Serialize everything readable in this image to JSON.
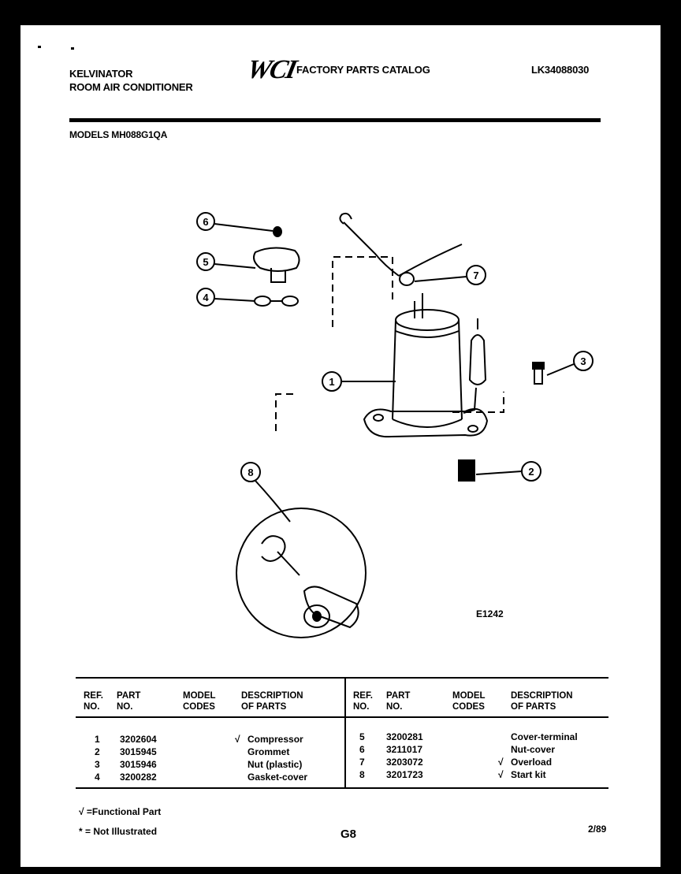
{
  "header": {
    "brand": "KELVINATOR",
    "product": "ROOM AIR CONDITIONER",
    "logo_text": "WCI",
    "catalog_title": "FACTORY PARTS CATALOG",
    "catalog_number": "LK34088030",
    "models": "MODELS MH088G1QA"
  },
  "diagram": {
    "figure_id": "E1242",
    "callouts": [
      "1",
      "2",
      "3",
      "4",
      "5",
      "6",
      "7",
      "8"
    ]
  },
  "table": {
    "headers": {
      "ref_no": [
        "REF.",
        "NO."
      ],
      "part_no": [
        "PART",
        "NO."
      ],
      "model_codes": [
        "MODEL",
        "CODES"
      ],
      "description": [
        "DESCRIPTION",
        "OF PARTS"
      ]
    },
    "left_rows": [
      {
        "ref": "1",
        "part": "3202604",
        "mark": "√",
        "desc": "Compressor"
      },
      {
        "ref": "2",
        "part": "3015945",
        "mark": "",
        "desc": "Grommet"
      },
      {
        "ref": "3",
        "part": "3015946",
        "mark": "",
        "desc": "Nut (plastic)"
      },
      {
        "ref": "4",
        "part": "3200282",
        "mark": "",
        "desc": "Gasket-cover"
      }
    ],
    "right_rows": [
      {
        "ref": "5",
        "part": "3200281",
        "mark": "",
        "desc": "Cover-terminal"
      },
      {
        "ref": "6",
        "part": "3211017",
        "mark": "",
        "desc": "Nut-cover"
      },
      {
        "ref": "7",
        "part": "3203072",
        "mark": "√",
        "desc": "Overload"
      },
      {
        "ref": "8",
        "part": "3201723",
        "mark": "√",
        "desc": "Start kit"
      }
    ]
  },
  "footer": {
    "legend_functional": "√ =Functional Part",
    "legend_not_illustrated": "* = Not Illustrated",
    "page_code": "G8",
    "date": "2/89"
  }
}
